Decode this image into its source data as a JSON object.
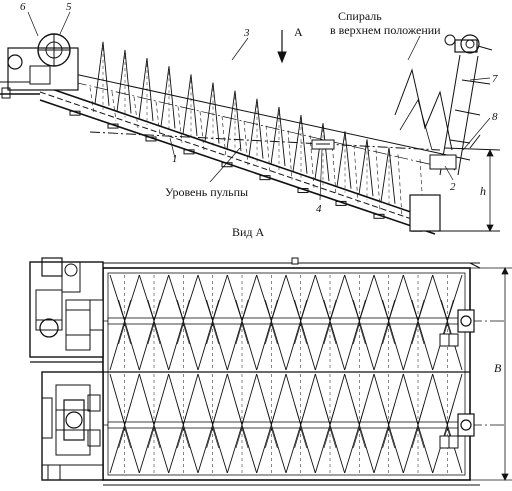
{
  "labels": {
    "n1": "1",
    "n2": "2",
    "n3": "3",
    "n4": "4",
    "n5": "5",
    "n6": "6",
    "n7": "7",
    "n8": "8",
    "view_arrow": "А",
    "spiral_line1": "Спираль",
    "spiral_line2": "в верхнем положении",
    "pulp_level": "Уровень пульпы",
    "dim_h": "h",
    "view_title": "Вид А",
    "dim_B": "B"
  },
  "colors": {
    "ink": "#111111",
    "paper": "#ffffff",
    "hatch": "#555555"
  },
  "icons": [
    "drive-gear-icon",
    "bearing-icon",
    "motor-icon"
  ]
}
